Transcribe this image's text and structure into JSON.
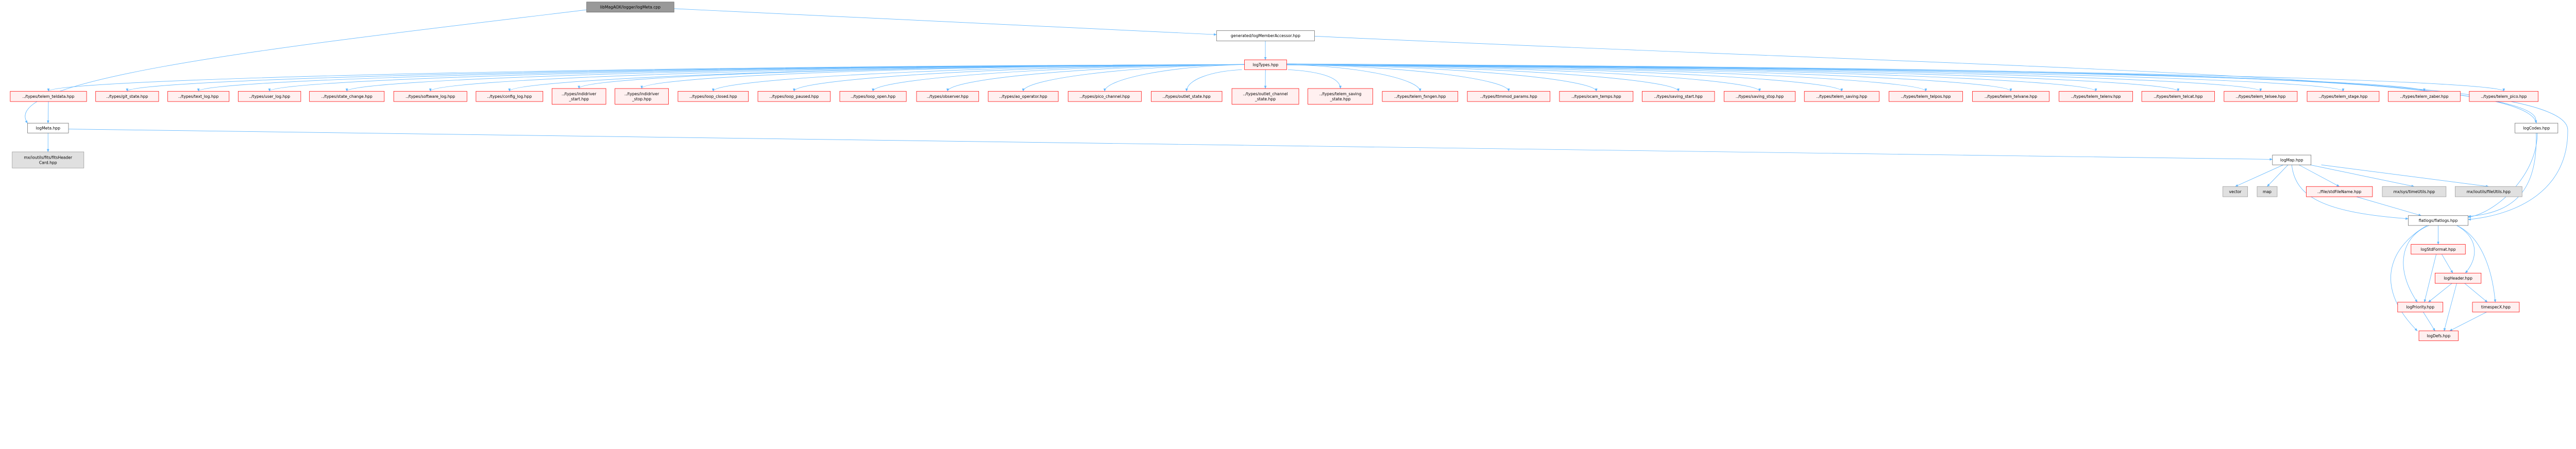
{
  "title": "libMagAOX/logger/logMeta.cpp include dependency graph",
  "colors": {
    "edge": "#63b8ff",
    "root_fill": "#999999",
    "root_stroke": "#666666",
    "plain_fill": "#ffffff",
    "plain_stroke": "#666666",
    "missing_fill": "#fff0f0",
    "missing_stroke": "#ff0000",
    "system_fill": "#e0e0e0",
    "system_stroke": "#999999"
  },
  "nodes": [
    {
      "id": "root",
      "kind": "root",
      "lines": [
        "libMagAOX/logger/logMeta.cpp"
      ]
    },
    {
      "id": "gen",
      "kind": "plain",
      "lines": [
        "generated/logMemberAccessor.hpp"
      ]
    },
    {
      "id": "logTypes",
      "kind": "missing",
      "lines": [
        "logTypes.hpp"
      ]
    },
    {
      "id": "t_teldata",
      "kind": "missing",
      "lines": [
        "../types/telem_teldata.hpp"
      ]
    },
    {
      "id": "t_git",
      "kind": "missing",
      "lines": [
        "../types/git_state.hpp"
      ]
    },
    {
      "id": "t_text",
      "kind": "missing",
      "lines": [
        "../types/text_log.hpp"
      ]
    },
    {
      "id": "t_user",
      "kind": "missing",
      "lines": [
        "../types/user_log.hpp"
      ]
    },
    {
      "id": "t_state",
      "kind": "missing",
      "lines": [
        "../types/state_change.hpp"
      ]
    },
    {
      "id": "t_software",
      "kind": "missing",
      "lines": [
        "../types/software_log.hpp"
      ]
    },
    {
      "id": "t_config",
      "kind": "missing",
      "lines": [
        "../types/config_log.hpp"
      ]
    },
    {
      "id": "t_indistart",
      "kind": "missing",
      "lines": [
        "../types/indidriver",
        "_start.hpp"
      ]
    },
    {
      "id": "t_indistop",
      "kind": "missing",
      "lines": [
        "../types/indidriver",
        "_stop.hpp"
      ]
    },
    {
      "id": "t_loopclosed",
      "kind": "missing",
      "lines": [
        "../types/loop_closed.hpp"
      ]
    },
    {
      "id": "t_looppaused",
      "kind": "missing",
      "lines": [
        "../types/loop_paused.hpp"
      ]
    },
    {
      "id": "t_loopopen",
      "kind": "missing",
      "lines": [
        "../types/loop_open.hpp"
      ]
    },
    {
      "id": "t_observer",
      "kind": "missing",
      "lines": [
        "../types/observer.hpp"
      ]
    },
    {
      "id": "t_ao",
      "kind": "missing",
      "lines": [
        "../types/ao_operator.hpp"
      ]
    },
    {
      "id": "t_pico_ch",
      "kind": "missing",
      "lines": [
        "../types/pico_channel.hpp"
      ]
    },
    {
      "id": "t_outlet",
      "kind": "missing",
      "lines": [
        "../types/outlet_state.hpp"
      ]
    },
    {
      "id": "t_outlet_ch",
      "kind": "missing",
      "lines": [
        "../types/outlet_channel",
        "_state.hpp"
      ]
    },
    {
      "id": "t_saving_state",
      "kind": "missing",
      "lines": [
        "../types/telem_saving",
        "_state.hpp"
      ]
    },
    {
      "id": "t_fxngen",
      "kind": "missing",
      "lines": [
        "../types/telem_fxngen.hpp"
      ]
    },
    {
      "id": "t_ttmmod",
      "kind": "missing",
      "lines": [
        "../types/ttmmod_params.hpp"
      ]
    },
    {
      "id": "t_ocam",
      "kind": "missing",
      "lines": [
        "../types/ocam_temps.hpp"
      ]
    },
    {
      "id": "t_savstart",
      "kind": "missing",
      "lines": [
        "../types/saving_start.hpp"
      ]
    },
    {
      "id": "t_savstop",
      "kind": "missing",
      "lines": [
        "../types/saving_stop.hpp"
      ]
    },
    {
      "id": "t_saving",
      "kind": "missing",
      "lines": [
        "../types/telem_saving.hpp"
      ]
    },
    {
      "id": "t_telpos",
      "kind": "missing",
      "lines": [
        "../types/telem_telpos.hpp"
      ]
    },
    {
      "id": "t_telvane",
      "kind": "missing",
      "lines": [
        "../types/telem_telvane.hpp"
      ]
    },
    {
      "id": "t_telenv",
      "kind": "missing",
      "lines": [
        "../types/telem_telenv.hpp"
      ]
    },
    {
      "id": "t_telcat",
      "kind": "missing",
      "lines": [
        "../types/telem_telcat.hpp"
      ]
    },
    {
      "id": "t_telsee",
      "kind": "missing",
      "lines": [
        "../types/telem_telsee.hpp"
      ]
    },
    {
      "id": "t_stage",
      "kind": "missing",
      "lines": [
        "../types/telem_stage.hpp"
      ]
    },
    {
      "id": "t_zaber",
      "kind": "missing",
      "lines": [
        "../types/telem_zaber.hpp"
      ]
    },
    {
      "id": "t_pico",
      "kind": "missing",
      "lines": [
        "../types/telem_pico.hpp"
      ]
    },
    {
      "id": "logMeta",
      "kind": "plain",
      "lines": [
        "logMeta.hpp"
      ]
    },
    {
      "id": "fits",
      "kind": "system",
      "lines": [
        "mx/ioutils/fits/fitsHeader",
        "Card.hpp"
      ]
    },
    {
      "id": "logCodes",
      "kind": "plain",
      "lines": [
        "logCodes.hpp"
      ]
    },
    {
      "id": "logMap",
      "kind": "plain",
      "lines": [
        "logMap.hpp"
      ]
    },
    {
      "id": "vector",
      "kind": "system",
      "lines": [
        "vector"
      ]
    },
    {
      "id": "map",
      "kind": "system",
      "lines": [
        "map"
      ]
    },
    {
      "id": "stdFileName",
      "kind": "missing",
      "lines": [
        "../file/stdFileName.hpp"
      ]
    },
    {
      "id": "timeUtils",
      "kind": "system",
      "lines": [
        "mx/sys/timeUtils.hpp"
      ]
    },
    {
      "id": "fileUtils",
      "kind": "system",
      "lines": [
        "mx/ioutils/fileUtils.hpp"
      ]
    },
    {
      "id": "flatlogs",
      "kind": "plain",
      "lines": [
        "flatlogs/flatlogs.hpp"
      ]
    },
    {
      "id": "logStdFormat",
      "kind": "missing",
      "lines": [
        "logStdFormat.hpp"
      ]
    },
    {
      "id": "logHeader",
      "kind": "missing",
      "lines": [
        "logHeader.hpp"
      ]
    },
    {
      "id": "logPriority",
      "kind": "missing",
      "lines": [
        "logPriority.hpp"
      ]
    },
    {
      "id": "timespecX",
      "kind": "missing",
      "lines": [
        "timespecX.hpp"
      ]
    },
    {
      "id": "logDefs",
      "kind": "missing",
      "lines": [
        "logDefs.hpp"
      ]
    }
  ]
}
